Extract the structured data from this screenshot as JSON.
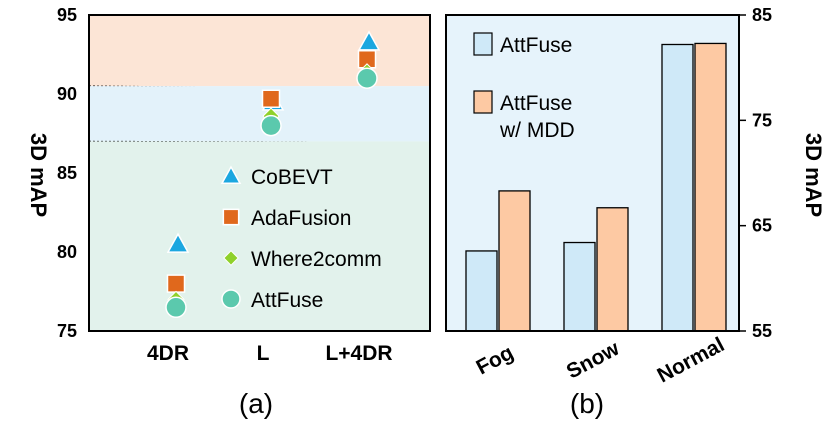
{
  "chart_data": [
    {
      "type": "scatter",
      "caption": "(a)",
      "ylabel": "3D mAP",
      "ylim": [
        75,
        95
      ],
      "yticks": [
        75,
        80,
        85,
        90,
        95
      ],
      "categories": [
        "4DR",
        "L",
        "L+4DR"
      ],
      "bands": [
        {
          "from": 90.5,
          "to": 95,
          "color": "#fce5d6"
        },
        {
          "from": 87.0,
          "to": 90.5,
          "color": "#e3f2fa"
        },
        {
          "from": 75,
          "to": 87.0,
          "color": "#e2f2ec"
        }
      ],
      "series": [
        {
          "name": "CoBEVT",
          "marker": "triangle",
          "color": "#1ba7e0",
          "values": [
            80.5,
            89.5,
            93.3
          ]
        },
        {
          "name": "AdaFusion",
          "marker": "square",
          "color": "#e0681c",
          "values": [
            78.0,
            89.7,
            92.2
          ]
        },
        {
          "name": "Where2comm",
          "marker": "diamond",
          "color": "#8fd12b",
          "values": [
            77.0,
            88.6,
            91.4
          ]
        },
        {
          "name": "AttFuse",
          "marker": "circle",
          "color": "#5bc9ad",
          "values": [
            76.5,
            88.0,
            91.0
          ]
        }
      ],
      "legend_position": "lower-right"
    },
    {
      "type": "bar",
      "caption": "(b)",
      "ylabel": "3D mAP",
      "ylim": [
        55,
        85
      ],
      "yticks": [
        55,
        65,
        75,
        85
      ],
      "categories": [
        "Fog",
        "Snow",
        "Normal"
      ],
      "series": [
        {
          "name": "AttFuse",
          "color": "#cfe9f8",
          "values": [
            62.6,
            63.4,
            82.2
          ]
        },
        {
          "name": "AttFuse w/ MDD",
          "name_lines": [
            "AttFuse",
            "w/ MDD"
          ],
          "color": "#fdc9a3",
          "values": [
            68.3,
            66.7,
            82.3
          ]
        }
      ],
      "legend_position": "top-left"
    }
  ]
}
